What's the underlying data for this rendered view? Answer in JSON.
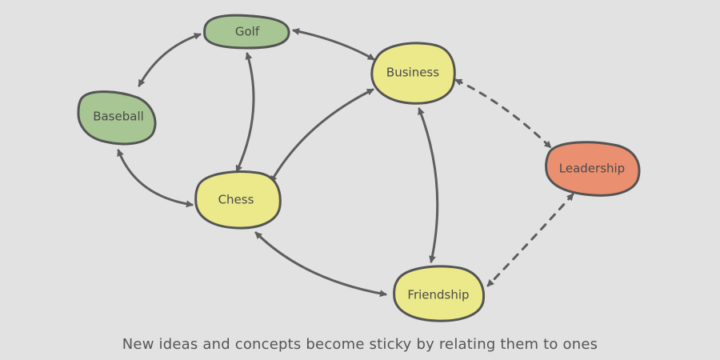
{
  "caption": "New ideas and concepts become sticky by relating them to ones",
  "colors": {
    "green": "#a7c693",
    "yellow": "#ece98a",
    "orange": "#ea9070",
    "stroke": "#545454",
    "edge": "#5e5e5e",
    "background": "#e2e2e2"
  },
  "nodes": {
    "golf": {
      "label": "Golf",
      "color": "green"
    },
    "baseball": {
      "label": "Baseball",
      "color": "green"
    },
    "business": {
      "label": "Business",
      "color": "yellow"
    },
    "chess": {
      "label": "Chess",
      "color": "yellow"
    },
    "friendship": {
      "label": "Friendship",
      "color": "yellow"
    },
    "leadership": {
      "label": "Leadership",
      "color": "orange"
    }
  },
  "edges": [
    {
      "from": "golf",
      "to": "baseball",
      "style": "solid"
    },
    {
      "from": "golf",
      "to": "business",
      "style": "solid"
    },
    {
      "from": "golf",
      "to": "chess",
      "style": "solid"
    },
    {
      "from": "baseball",
      "to": "chess",
      "style": "solid"
    },
    {
      "from": "business",
      "to": "chess",
      "style": "solid"
    },
    {
      "from": "business",
      "to": "friendship",
      "style": "solid"
    },
    {
      "from": "chess",
      "to": "friendship",
      "style": "solid"
    },
    {
      "from": "business",
      "to": "leadership",
      "style": "dashed"
    },
    {
      "from": "leadership",
      "to": "friendship",
      "style": "dashed"
    }
  ]
}
